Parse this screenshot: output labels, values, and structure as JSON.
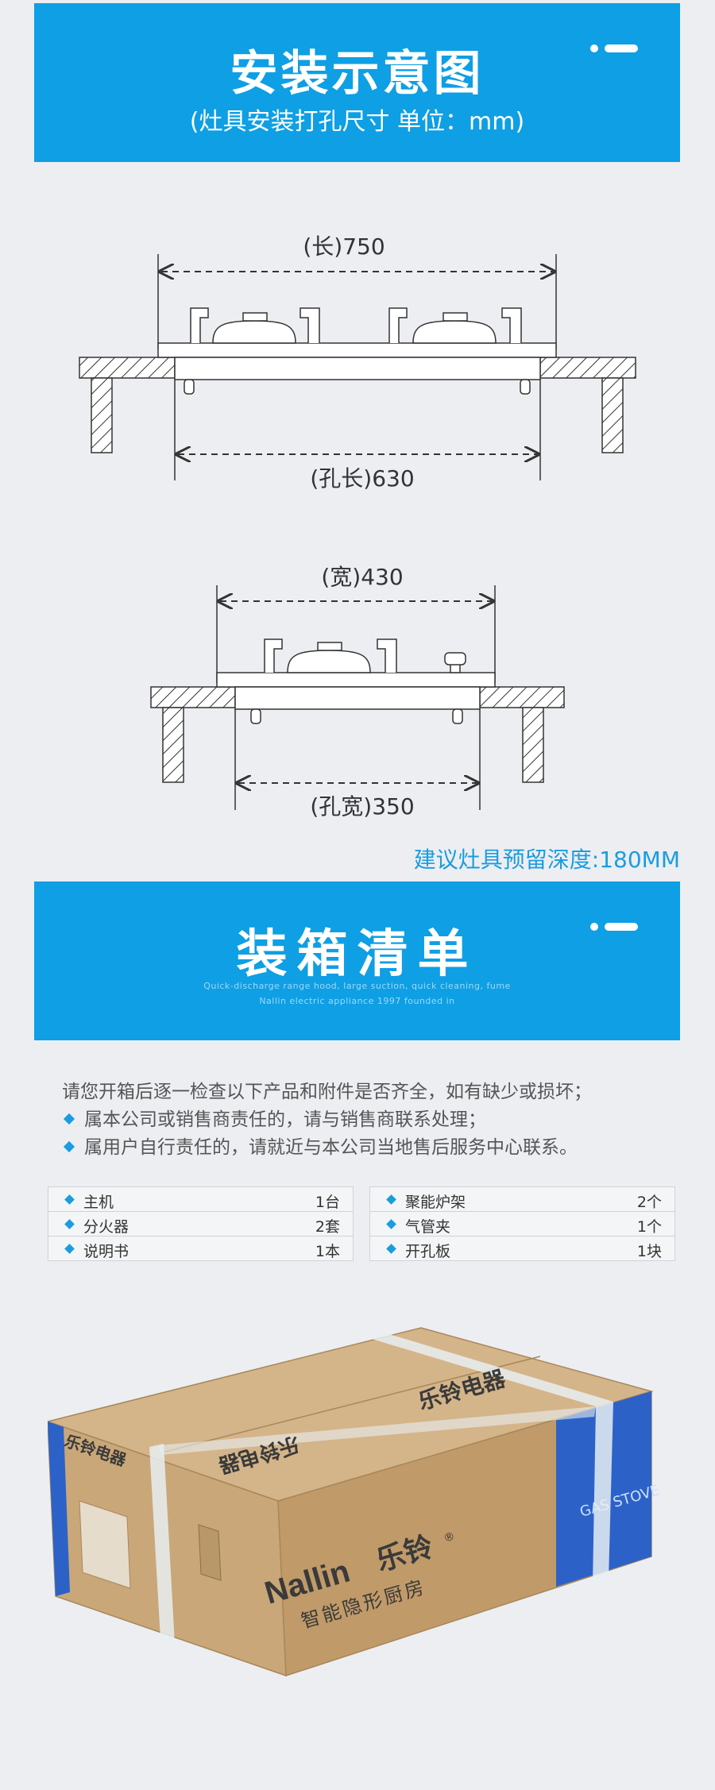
{
  "install": {
    "title": "安装示意图",
    "subtitle": "(灶具安装打孔尺寸 单位：mm)"
  },
  "diagram_front": {
    "length_label": "(长)750",
    "hole_length_label": "(孔长)630"
  },
  "diagram_side": {
    "width_label": "(宽)430",
    "hole_width_label": "(孔宽)350"
  },
  "depth_note": "建议灶具预留深度:180MM",
  "packing": {
    "title": "装箱清单",
    "en_line1": "Quick-discharge range hood, large suction, quick cleaning, fume",
    "en_line2": "Nallin electric appliance 1997 founded in"
  },
  "intro": {
    "line1": "请您开箱后逐一检查以下产品和附件是否齐全，如有缺少或损坏；",
    "line2": "属本公司或销售商责任的，请与销售商联系处理；",
    "line3": "属用户自行责任的，请就近与本公司当地售后服务中心联系。"
  },
  "items_left": [
    {
      "name": "主机",
      "qty": "1台"
    },
    {
      "name": "分火器",
      "qty": "2套"
    },
    {
      "name": "说明书",
      "qty": "1本"
    }
  ],
  "items_right": [
    {
      "name": "聚能炉架",
      "qty": "2个"
    },
    {
      "name": "气管夹",
      "qty": "1个"
    },
    {
      "name": "开孔板",
      "qty": "1块"
    }
  ],
  "box": {
    "brand_en": "Nallin",
    "brand_cn": "乐铃",
    "brand_cn_top": "乐铃电器",
    "slogan": "智能隐形厨房",
    "side_label": "GAS STOVE",
    "registered": "®"
  },
  "colors": {
    "banner": "#0e9fe4",
    "accent": "#1a9de0",
    "box": "#c9a778",
    "box_side": "#b08a5a",
    "box_blue": "#2c62c8"
  }
}
